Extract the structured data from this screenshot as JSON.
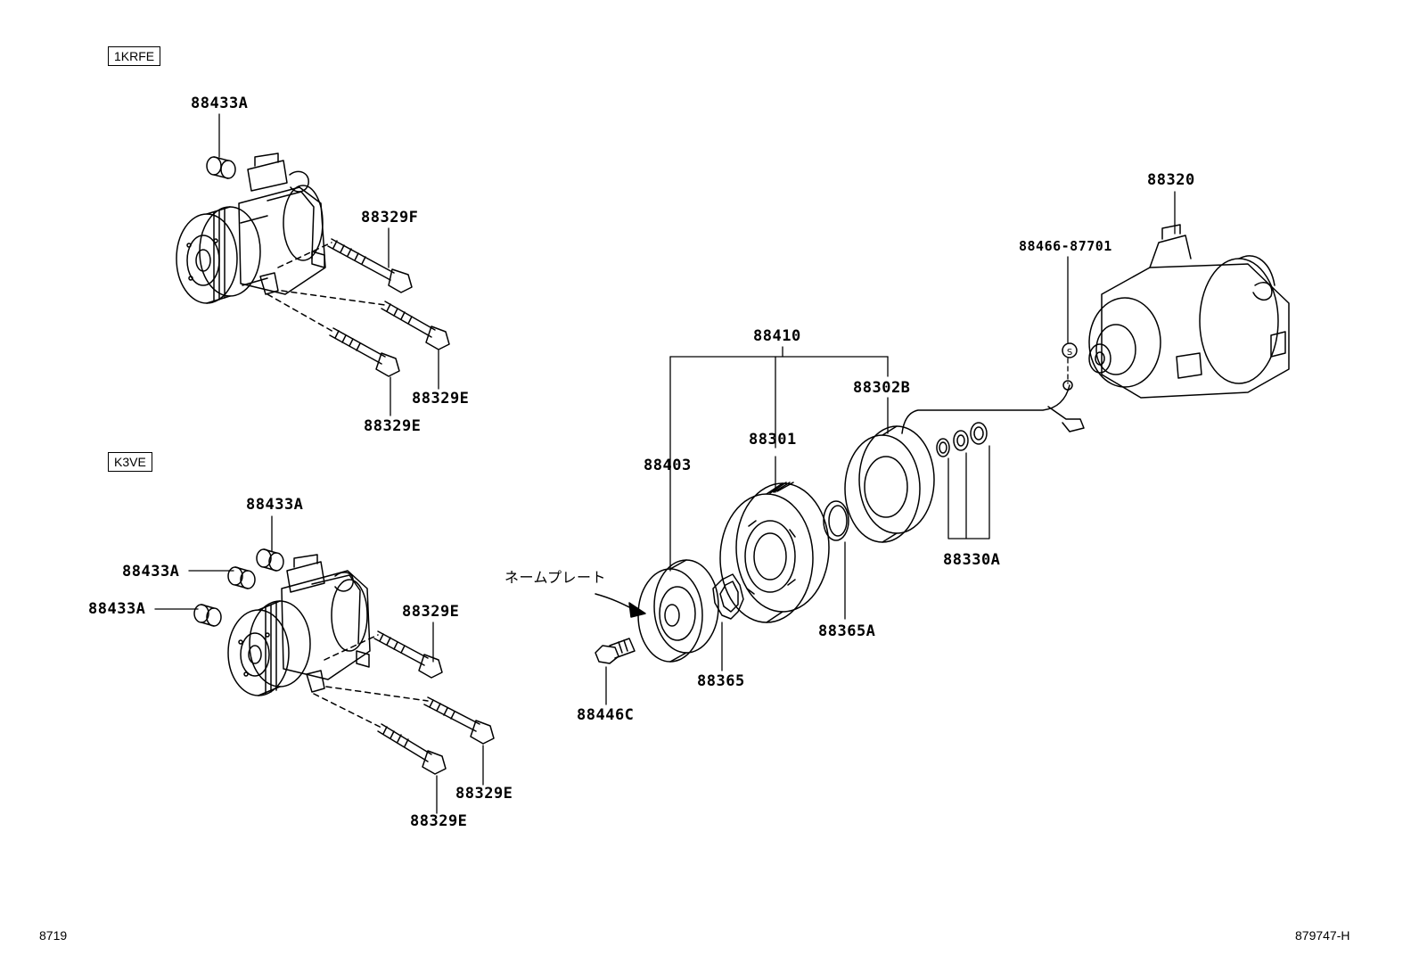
{
  "tags": {
    "engine_1": "1KRFE",
    "engine_2": "K3VE"
  },
  "callouts": {
    "c01": "88433A",
    "c02": "88329F",
    "c03": "88329E",
    "c04": "88329E",
    "c05": "88433A",
    "c06": "88433A",
    "c07": "88433A",
    "c08": "88329E",
    "c09": "88329E",
    "c10": "88329E",
    "c11": "88410",
    "c12": "88302B",
    "c13": "88301",
    "c14": "88403",
    "c15": "88330A",
    "c16": "88365A",
    "c17": "88365",
    "c18": "88446C",
    "c19": "88320",
    "c20": "88466-87701"
  },
  "annotations": {
    "name_plate": "ネームプレート"
  },
  "footer": {
    "left_code": "8719",
    "right_code": "879747-H"
  }
}
